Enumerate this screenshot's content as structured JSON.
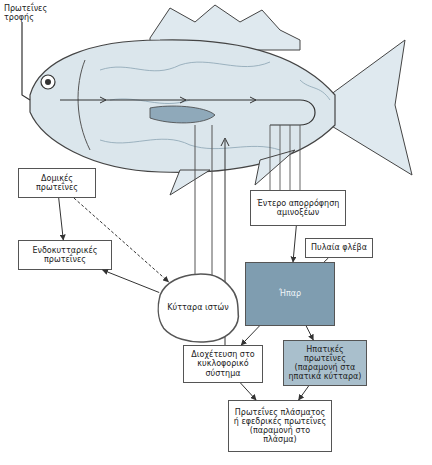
{
  "diagram": {
    "nodes": [
      {
        "text": [
          "Δομικές πρωτεΐνες"
        ]
      },
      {
        "text": [
          "Έντερο απορρόφηση αμινοξέων"
        ]
      },
      {
        "text": [
          "Πυλαία φλέβα"
        ]
      },
      {
        "text": [
          "Ενδοκυτταρικές πρωτεΐνες"
        ]
      },
      {
        "text": [
          "Κύτταρα ιστών"
        ]
      },
      {
        "text": [
          "Ήπαρ"
        ]
      },
      {
        "text": [
          "Διοχέτευση στο κυκλοφορικό σύστημα"
        ]
      },
      {
        "text": [
          "Ηπατικές πρωτεΐνες (παραμονή στα ηπατικά κύτταρα)"
        ]
      },
      {
        "text": [
          "Πρωτεΐνες πλάσματος ή εφεδρικές πρωτεΐνες (παραμονή στο πλάσμα)"
        ]
      }
    ],
    "edges": [
      {
        "from": 0,
        "to": 4,
        "arrow": "to"
      },
      {
        "from": 4,
        "to": 3,
        "arrow": "to"
      },
      {
        "from": 0,
        "to": 3,
        "arrow": "to"
      },
      {
        "from": 1,
        "to": 5,
        "arrow": "to"
      },
      {
        "from": 2,
        "to": 5,
        "arrow": "none"
      },
      {
        "from": 5,
        "to": 6,
        "arrow": "to"
      },
      {
        "from": 5,
        "to": 7,
        "arrow": "to"
      },
      {
        "from": 6,
        "to": 8,
        "arrow": "to"
      },
      {
        "from": 7,
        "to": 8,
        "arrow": "to"
      }
    ],
    "labels": [
      "Πρωτεΐνες τροφής"
    ]
  }
}
